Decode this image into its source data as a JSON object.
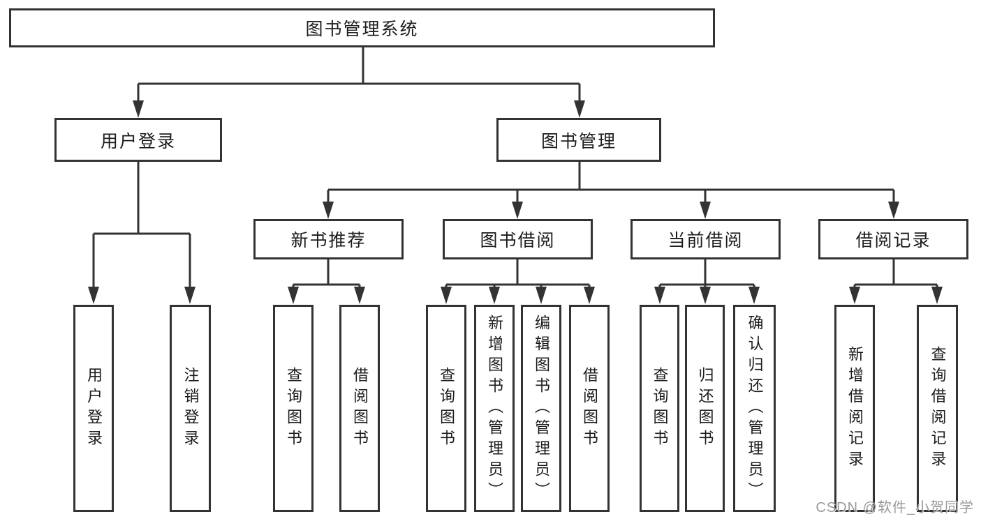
{
  "tree": {
    "label": "图书管理系统",
    "children": [
      {
        "label": "用户登录",
        "children": [
          {
            "label": "用户登录"
          },
          {
            "label": "注销登录"
          }
        ]
      },
      {
        "label": "图书管理",
        "children": [
          {
            "label": "新书推荐",
            "children": [
              {
                "label": "查询图书"
              },
              {
                "label": "借阅图书"
              }
            ]
          },
          {
            "label": "图书借阅",
            "children": [
              {
                "label": "查询图书"
              },
              {
                "label": "新增图书（管理员）"
              },
              {
                "label": "编辑图书（管理员）"
              },
              {
                "label": "借阅图书"
              }
            ]
          },
          {
            "label": "当前借阅",
            "children": [
              {
                "label": "查询图书"
              },
              {
                "label": "归还图书"
              },
              {
                "label": "确认归还（管理员）"
              }
            ]
          },
          {
            "label": "借阅记录",
            "children": [
              {
                "label": "新增借阅记录"
              },
              {
                "label": "查询借阅记录"
              }
            ]
          }
        ]
      }
    ]
  },
  "watermark": {
    "text": "CSDN @软件_小贺同学"
  },
  "colors": {
    "line": "#333333",
    "box_border": "#333333",
    "text": "#1c1c1c",
    "watermark": "#9a9a9a",
    "background": "#ffffff"
  }
}
